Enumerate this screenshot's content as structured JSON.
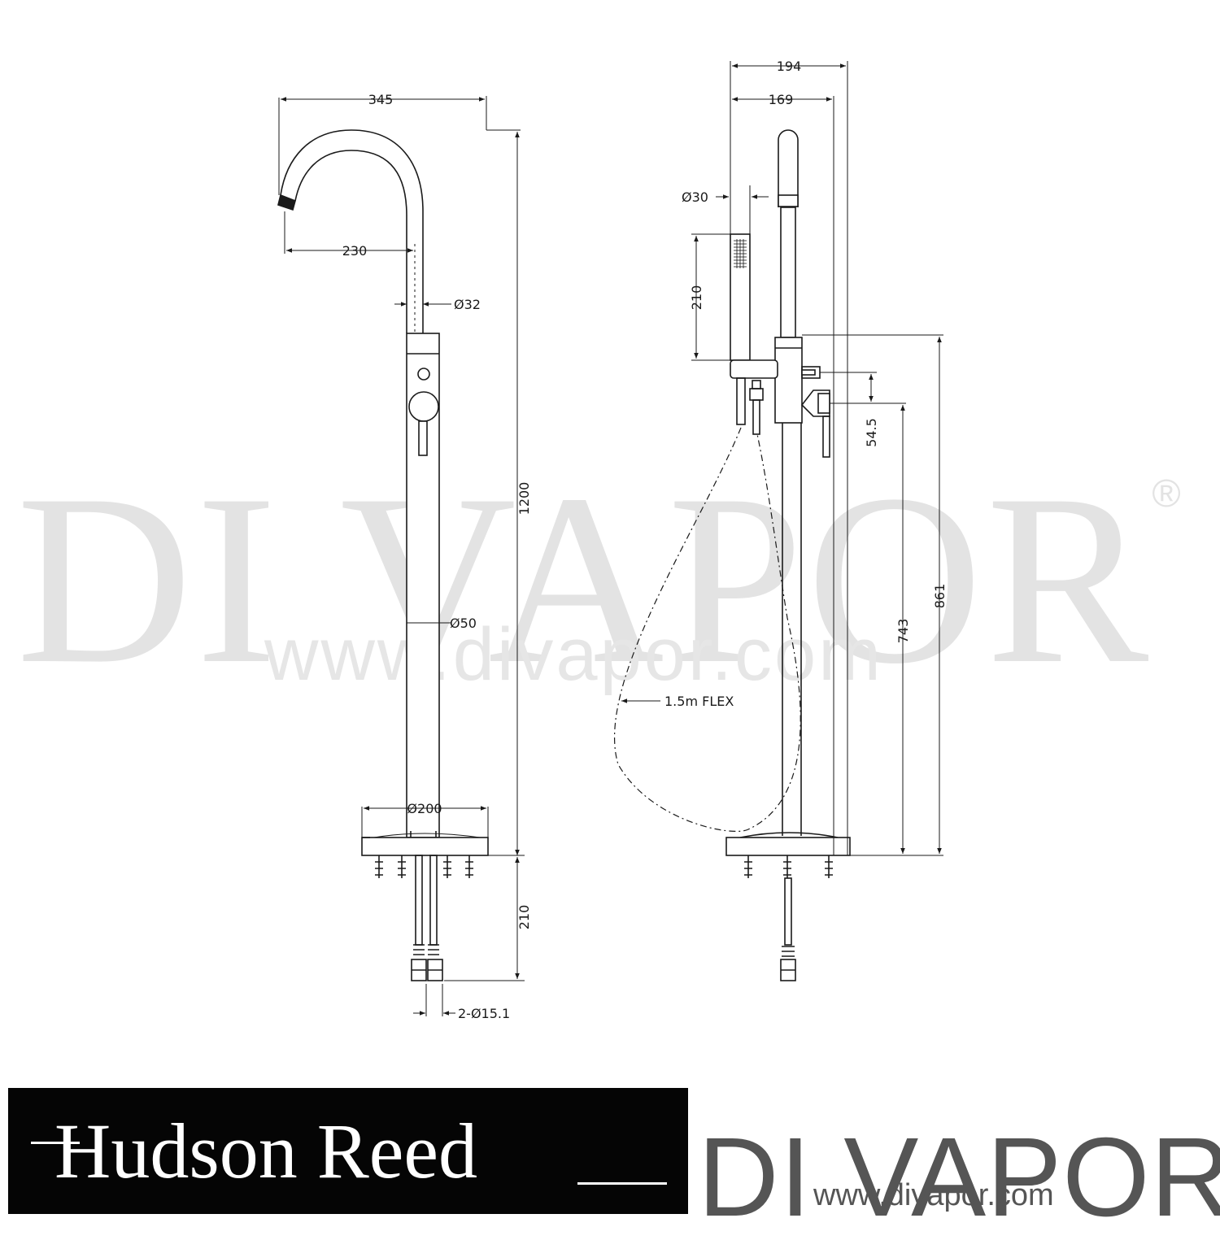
{
  "watermark": {
    "brand": "DI VAPOR",
    "registered": "®",
    "url": "www.divapor.com"
  },
  "dimensions": {
    "spout_reach": "345",
    "spout_outlet_reach": "230",
    "spout_pipe_dia": "Ø32",
    "body_dia": "Ø50",
    "overall_height": "1200",
    "base_plate_dia": "Ø200",
    "below_floor_length": "210",
    "inlets": "2-Ø15.1",
    "side_width_outer": "194",
    "side_width_inner": "169",
    "handset_dia": "Ø30",
    "handset_length": "210",
    "valve_offset": "54.5",
    "valve_height": "743",
    "body_height": "861",
    "hose_note": "1.5m FLEX"
  },
  "footer": {
    "hudson_reed": "Hudson Reed",
    "divapor_brand": "DI VAPOR",
    "divapor_registered": "®",
    "divapor_url": "www.divapor.com"
  }
}
